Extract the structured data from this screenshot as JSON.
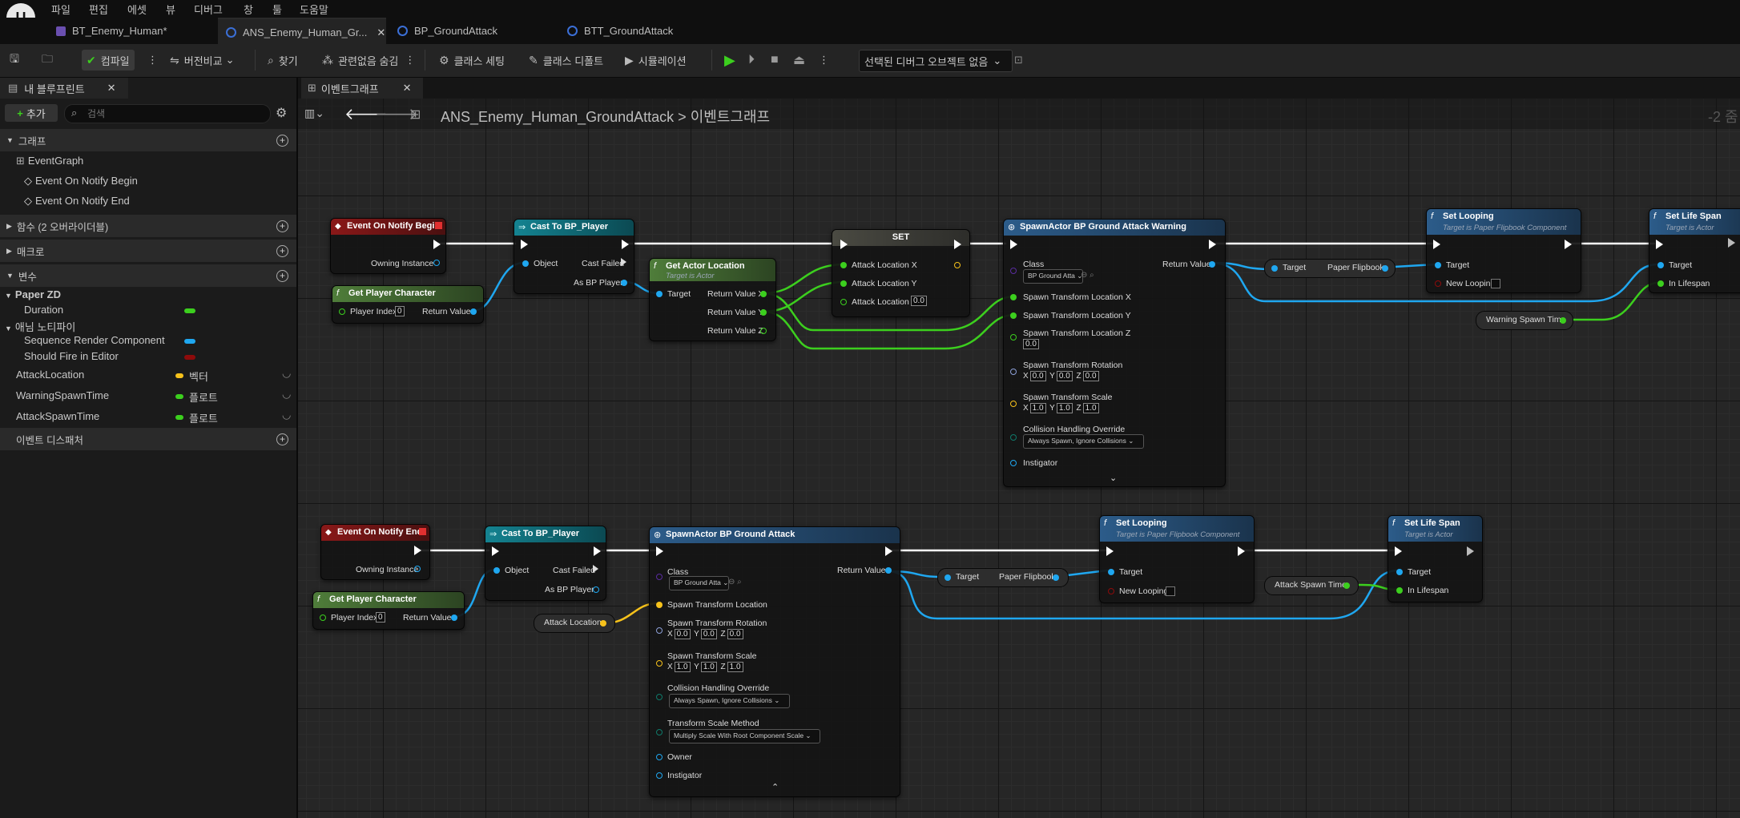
{
  "menu": [
    "파일",
    "편집",
    "에셋",
    "뷰",
    "디버그",
    "창",
    "툴",
    "도움말"
  ],
  "tabs": [
    {
      "label": "BT_Enemy_Human*"
    },
    {
      "label": "ANS_Enemy_Human_Gr..."
    },
    {
      "label": "BP_GroundAttack"
    },
    {
      "label": "BTT_GroundAttack"
    }
  ],
  "toolbar": {
    "compile": "컴파일",
    "diff": "버전비교",
    "find": "찾기",
    "hide_unrelated": "관련없음 숨김",
    "class_settings": "클래스 세팅",
    "class_defaults": "클래스 디폴트",
    "simulation": "시뮬레이션",
    "debug_object": "선택된 디버그 오브젝트 없음"
  },
  "left_panel": {
    "tab": "내 블루프린트",
    "add": "추가",
    "search_placeholder": "검색",
    "sections": {
      "graphs": "그래프",
      "functions": "함수 (2 오버라이더블)",
      "macros": "매크로",
      "variables": "변수",
      "dispatchers": "이벤트 디스패처"
    },
    "graph_items": {
      "eventgraph": "EventGraph",
      "begin": "Event On Notify Begin",
      "end": "Event On Notify End"
    },
    "groups": {
      "paperzd": "Paper ZD",
      "anim": "애님 노티파이"
    },
    "inherited": [
      {
        "name": "Duration",
        "color": "#3ccf1e"
      },
      {
        "name": "Sequence Render Component",
        "color": "#1fa7f0"
      },
      {
        "name": "Should Fire in Editor",
        "color": "#8e0b0b"
      }
    ],
    "variables": [
      {
        "name": "AttackLocation",
        "type": "벡터",
        "color": "#f7c21b"
      },
      {
        "name": "WarningSpawnTime",
        "type": "플로트",
        "color": "#3ccf1e"
      },
      {
        "name": "AttackSpawnTime",
        "type": "플로트",
        "color": "#3ccf1e"
      }
    ]
  },
  "graph_tab": "이벤트그래프",
  "breadcrumb": {
    "asset": "ANS_Enemy_Human_GroundAttack",
    "sep": ">",
    "graph": "이벤트그래프",
    "zoom": "-2 줌"
  },
  "nodes": {
    "ev_begin": {
      "title": "Event On Notify Begin",
      "owning": "Owning Instance"
    },
    "cast1": {
      "title": "Cast To BP_Player",
      "object": "Object",
      "failed": "Cast Failed",
      "as": "As BP Player"
    },
    "getpc1": {
      "title": "Get Player Character",
      "index_label": "Player Index",
      "index": "0",
      "ret": "Return Value"
    },
    "getloc": {
      "title": "Get Actor Location",
      "sub": "Target is Actor",
      "target": "Target",
      "rx": "Return Value X",
      "ry": "Return Value Y",
      "rz": "Return Value Z"
    },
    "set": {
      "title": "SET",
      "x": "Attack Location X",
      "y": "Attack Location Y",
      "z": "Attack Location Z",
      "zval": "0.0"
    },
    "spawn1": {
      "title": "SpawnActor BP Ground Attack Warning",
      "class": "Class",
      "class_val": "BP Ground Atta",
      "ret": "Return Value",
      "lx": "Spawn Transform Location X",
      "ly": "Spawn Transform Location Y",
      "lz": "Spawn Transform Location Z",
      "lzval": "0.0",
      "rot": "Spawn Transform Rotation",
      "scale": "Spawn Transform Scale",
      "coll": "Collision Handling Override",
      "coll_val": "Always Spawn, Ignore Collisions",
      "inst": "Instigator",
      "rot_vals": [
        "0.0",
        "0.0",
        "0.0"
      ],
      "scale_vals": [
        "1.0",
        "1.0",
        "1.0"
      ]
    },
    "getpf1": {
      "target": "Target",
      "out": "Paper Flipbook"
    },
    "setloop1": {
      "title": "Set Looping",
      "sub": "Target is Paper Flipbook Component",
      "target": "Target",
      "new": "New Looping"
    },
    "warn_time": {
      "label": "Warning Spawn Time"
    },
    "setlife1": {
      "title": "Set Life Span",
      "sub": "Target is Actor",
      "target": "Target",
      "life": "In Lifespan"
    },
    "ev_end": {
      "title": "Event On Notify End",
      "owning": "Owning Instance"
    },
    "cast2": {
      "title": "Cast To BP_Player",
      "object": "Object",
      "failed": "Cast Failed",
      "as": "As BP Player"
    },
    "getpc2": {
      "title": "Get Player Character",
      "index_label": "Player Index",
      "index": "0",
      "ret": "Return Value"
    },
    "atk_loc": {
      "label": "Attack Location"
    },
    "spawn2": {
      "title": "SpawnActor BP Ground Attack",
      "class": "Class",
      "class_val": "BP Ground Atta",
      "ret": "Return Value",
      "loc": "Spawn Transform Location",
      "rot": "Spawn Transform Rotation",
      "scale": "Spawn Transform Scale",
      "coll": "Collision Handling Override",
      "coll_val": "Always Spawn, Ignore Collisions",
      "tsm": "Transform Scale Method",
      "tsm_val": "Multiply Scale With Root Component Scale",
      "owner": "Owner",
      "inst": "Instigator",
      "rot_vals": [
        "0.0",
        "0.0",
        "0.0"
      ],
      "scale_vals": [
        "1.0",
        "1.0",
        "1.0"
      ]
    },
    "getpf2": {
      "target": "Target",
      "out": "Paper Flipbook"
    },
    "setloop2": {
      "title": "Set Looping",
      "sub": "Target is Paper Flipbook Component",
      "target": "Target",
      "new": "New Looping"
    },
    "atk_time": {
      "label": "Attack Spawn Time"
    },
    "setlife2": {
      "title": "Set Life Span",
      "sub": "Target is Actor",
      "target": "Target",
      "life": "In Lifespan"
    }
  },
  "colors": {
    "exec": "#ffffff",
    "object": "#1fa7f0",
    "float": "#3ccf1e",
    "vector": "#f7c21b",
    "class": "#5a2ca0",
    "bool": "#8e0b0b",
    "event_hdr": "#7a1515",
    "cast_hdr": "#13717f",
    "pure_hdr": "#3d6b2c",
    "func_hdr": "#2c5c8a"
  }
}
